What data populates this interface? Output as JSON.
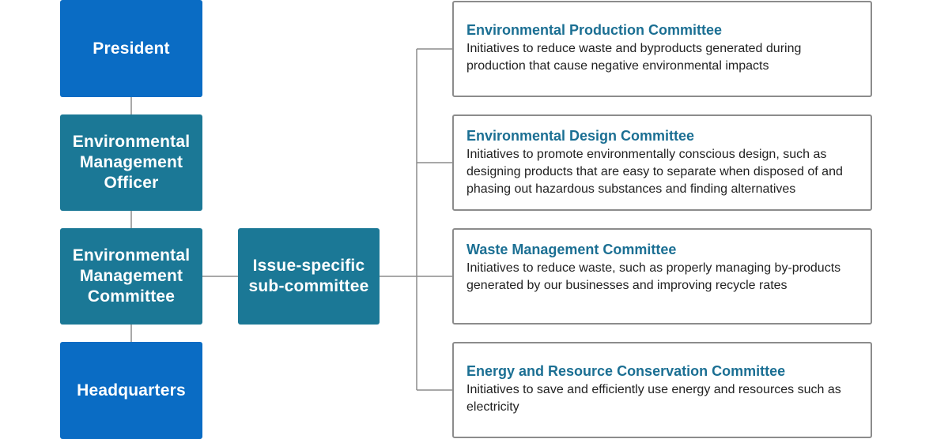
{
  "colors": {
    "president": "#0a6cc4",
    "committee": "#1b7896",
    "title_text": "#1b6f93",
    "connector": "#8c8c8c"
  },
  "boxes": {
    "president": "President",
    "officer": "Environmental\nManagement\nOfficer",
    "committee": "Environmental\nManagement\nCommittee",
    "headquarters": "Headquarters",
    "issue": "Issue-specific\nsub-committee"
  },
  "committees": [
    {
      "title": "Environmental Production Committee",
      "description": "Initiatives to reduce waste and byproducts generated during production that cause negative environmental impacts"
    },
    {
      "title": "Environmental Design Committee",
      "description": "Initiatives to promote environmentally conscious design, such as designing products that are easy to separate when disposed of and phasing out hazardous substances and finding alternatives"
    },
    {
      "title": "Waste Management Committee",
      "description": "Initiatives to reduce waste, such as properly managing by-products generated by our businesses and improving recycle rates"
    },
    {
      "title": "Energy and Resource Conservation Committee",
      "description": "Initiatives to save and efficiently use energy and resources such as electricity"
    }
  ]
}
